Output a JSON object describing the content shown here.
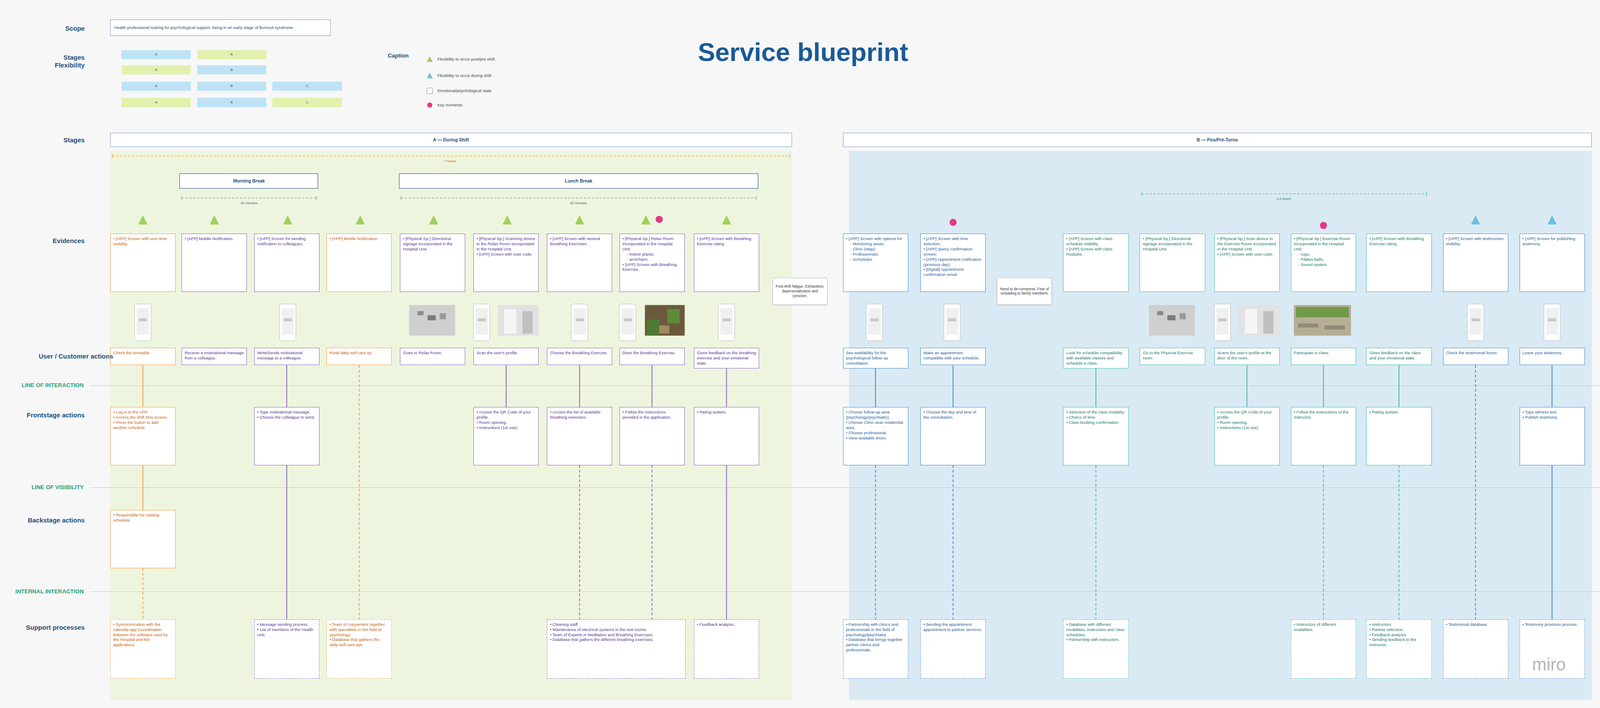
{
  "diagram": {
    "title": "Service blueprint",
    "nodes": [
      {
        "text": [
          "Health professional looking for psychological support, being in an early stage of Burnout syndrome."
        ]
      },
      {
        "text": [
          "A"
        ]
      },
      {
        "text": [
          "B"
        ]
      },
      {
        "text": [
          "A"
        ]
      },
      {
        "text": [
          "B"
        ]
      },
      {
        "text": [
          "A"
        ]
      },
      {
        "text": [
          "B"
        ]
      },
      {
        "text": [
          "C"
        ]
      },
      {
        "text": [
          "A"
        ]
      },
      {
        "text": [
          "B"
        ]
      },
      {
        "text": [
          "C"
        ]
      },
      {
        "text": [
          "A — During Shift"
        ]
      },
      {
        "text": [
          "B — Pós/Pré-Turno"
        ]
      },
      {
        "text": [
          "Morning Break"
        ]
      },
      {
        "text": [
          "Lunch Break"
        ]
      },
      {
        "text": [
          "• [APP] Screen with user time visibility."
        ]
      },
      {
        "text": [
          "Check the timetable."
        ]
      },
      {
        "text": [
          "• Log in to the APP.",
          "• Access the shift time screen.",
          "• Press the button to add another schedule."
        ]
      },
      {
        "text": [
          "• Responsible for rotating schedule."
        ]
      },
      {
        "text": [
          "• Synchronization with the calendar app (coordination between the software used by the Hospital and the application)."
        ]
      },
      {
        "text": [
          "• [APP] Mobile Notification."
        ]
      },
      {
        "text": [
          "Receive a motivational message from a colleague."
        ]
      },
      {
        "text": [
          "• [APP] Screen for sending notification to colleagues."
        ]
      },
      {
        "text": [
          "Write/Sends motivational message to a colleague."
        ]
      },
      {
        "text": [
          "• Type motivational message.",
          "• Choose the colleague to send."
        ]
      },
      {
        "text": [
          "• Message sending process.",
          "• List of members of the Health Unit."
        ]
      },
      {
        "text": [
          "• [APP] Mobile Notification."
        ]
      },
      {
        "text": [
          "Read daily self-care tip."
        ]
      },
      {
        "text": [
          "• Team of copywriters together with specialists in the field of psychology.",
          "• Database that gathers the daily self-care tips."
        ]
      },
      {
        "text": [
          "• [Physical Sp.] Directional signage incorporated in the Hospital Unit."
        ]
      },
      {
        "text": [
          "Goes to Relax Room."
        ]
      },
      {
        "text": [
          "• [Physical Sp.] Scanning device in the Relax Room incorporated in the Hospital Unit.",
          "• [APP] Screen with user code."
        ]
      },
      {
        "text": [
          "Scan the user's profile."
        ]
      },
      {
        "text": [
          "• Access the QR Code of your profile.",
          "• Room opening.",
          "• Instructions (1st use)."
        ]
      },
      {
        "text": [
          "• [APP] Screen with several Breathing Exercises."
        ]
      },
      {
        "text": [
          "Choose the Breathing Exercise."
        ]
      },
      {
        "text": [
          "• Access the list of available breathing exercises."
        ]
      },
      {
        "text": [
          "• Cleaning staff.",
          "• Maintenance of electrical systems in the rest rooms.",
          "• Team of Experts in Meditation and Breathing Exercises.",
          "• Database that gathers the different breathing exercises."
        ]
      },
      {
        "text": [
          "• [Physical Sp.] Relax Room incorporated in the Hospital Unit:",
          "◦ Indoor plants;",
          "◦ armchairs.",
          "• [APP] Screen with Breathing Exercise."
        ]
      },
      {
        "text": [
          "Does the Breathing Exercise."
        ]
      },
      {
        "text": [
          "• Follow the instructions provided in the application."
        ]
      },
      {
        "text": [
          "• [APP] Screen with Breathing Exercise rating."
        ]
      },
      {
        "text": [
          "Gives feedback on the breathing exercise and your emotional state."
        ]
      },
      {
        "text": [
          "• Rating system."
        ]
      },
      {
        "text": [
          "• Feedback analysis."
        ]
      },
      {
        "text": [
          "Post-shift fatigue. Exhaustion, depersonalization and cynicism."
        ]
      },
      {
        "text": [
          "Need to de-compress. Fear of unloading to family members."
        ]
      },
      {
        "text": [
          "• [APP] Screen with options for:",
          "◦ Monitoring areas;",
          "◦ Clinic (Map);",
          "◦ Professionals;",
          "◦ Schedules."
        ]
      },
      {
        "text": [
          "See availability for the psychological follow up consultation."
        ]
      },
      {
        "text": [
          "• Choose follow-up area (psychology/psychiatry).",
          "• Choose Clinic near residential area.",
          "• Choose professional.",
          "• View available times."
        ]
      },
      {
        "text": [
          "• Partnership with clinics and professionals in the field of psychology/psychiatry.",
          "• Database that brings together partner clinics and professionals."
        ]
      },
      {
        "text": [
          "• [APP] Screen with time selection;",
          "• [APP] Query confirmation screen;",
          "• [APP] Appointment notification (previous day);",
          "• [Digital] Appointment confirmation email."
        ]
      },
      {
        "text": [
          "Make an appointment compatible with your schedule."
        ]
      },
      {
        "text": [
          "• Choose the day and time of the consultation."
        ]
      },
      {
        "text": [
          "• Sending the appointment appointment to partner services."
        ]
      },
      {
        "text": [
          "• [APP] Screen with class schedule visibility.",
          "• [APP] Screen with class modules."
        ]
      },
      {
        "text": [
          "Look for schedule compatibility with available classes and schedule a class."
        ]
      },
      {
        "text": [
          "• Selection of the class modality.",
          "• Choice of time.",
          "• Class booking confirmation."
        ]
      },
      {
        "text": [
          "• Database with different modalities, instructors and class schedules.",
          "• Partnership with instructors."
        ]
      },
      {
        "text": [
          "• [Physical Sp.] Directional signage incorporated in the Hospital Unit."
        ]
      },
      {
        "text": [
          "Go to the Physical Exercise room."
        ]
      },
      {
        "text": [
          "• [Physical Sp.] Scan device in the Exercise Room incorporated in the Hospital Unit.",
          "• [APP] Screen with user code."
        ]
      },
      {
        "text": [
          "Scans the user's profile at the door of the room."
        ]
      },
      {
        "text": [
          "• Access the QR Code of your profile.",
          "• Room opening.",
          "• Instructions (1st use)."
        ]
      },
      {
        "text": [
          "• [Physical Sp.] Exercise Room incorporated in the Hospital Unit:",
          "◦ rugs;",
          "◦ Pilates balls;",
          "◦ Sound system."
        ]
      },
      {
        "text": [
          "Participate in class."
        ]
      },
      {
        "text": [
          "• Follow the instructions of the instructor."
        ]
      },
      {
        "text": [
          "• Instructors of different modalities."
        ]
      },
      {
        "text": [
          "• [APP] Screen with Breathing Exercise rating."
        ]
      },
      {
        "text": [
          "Gives feedback on the class and your emotional state."
        ]
      },
      {
        "text": [
          "• Rating system."
        ]
      },
      {
        "text": [
          "• Instructors.",
          "• Partner selection.",
          "• Feedback analysis.",
          "• Sending feedback to the instructor."
        ]
      },
      {
        "text": [
          "• [APP] Screen with testimonies visibility."
        ]
      },
      {
        "text": [
          "Check the testimonial forum."
        ]
      },
      {
        "text": [
          "• Testimonial database."
        ]
      },
      {
        "text": [
          "• [APP] Screen for publishing testimony."
        ]
      },
      {
        "text": [
          "Leave your testimony."
        ]
      },
      {
        "text": [
          "• Type witness text.",
          "• Publish testimony."
        ]
      },
      {
        "text": [
          "• Testimony provision process."
        ]
      }
    ],
    "edges": [
      {
        "from": 16,
        "to": 17,
        "arrow": "none"
      },
      {
        "from": 17,
        "to": 18,
        "arrow": "none"
      },
      {
        "from": 18,
        "to": 19,
        "arrow": "none"
      },
      {
        "from": 23,
        "to": 24,
        "arrow": "none"
      },
      {
        "from": 24,
        "to": 25,
        "arrow": "none"
      },
      {
        "from": 27,
        "to": 28,
        "arrow": "none"
      },
      {
        "from": 32,
        "to": 33,
        "arrow": "none"
      },
      {
        "from": 35,
        "to": 36,
        "arrow": "none"
      },
      {
        "from": 36,
        "to": 37,
        "arrow": "none"
      },
      {
        "from": 39,
        "to": 40,
        "arrow": "none"
      },
      {
        "from": 40,
        "to": 37,
        "arrow": "none"
      },
      {
        "from": 42,
        "to": 43,
        "arrow": "none"
      },
      {
        "from": 43,
        "to": 44,
        "arrow": "none"
      },
      {
        "from": 48,
        "to": 49,
        "arrow": "none"
      },
      {
        "from": 49,
        "to": 50,
        "arrow": "none"
      },
      {
        "from": 52,
        "to": 53,
        "arrow": "none"
      },
      {
        "from": 53,
        "to": 54,
        "arrow": "none"
      },
      {
        "from": 56,
        "to": 57,
        "arrow": "none"
      },
      {
        "from": 57,
        "to": 58,
        "arrow": "none"
      },
      {
        "from": 62,
        "to": 63,
        "arrow": "none"
      },
      {
        "from": 65,
        "to": 66,
        "arrow": "none"
      },
      {
        "from": 66,
        "to": 67,
        "arrow": "none"
      },
      {
        "from": 69,
        "to": 70,
        "arrow": "none"
      },
      {
        "from": 70,
        "to": 71,
        "arrow": "none"
      },
      {
        "from": 73,
        "to": 74,
        "arrow": "none"
      },
      {
        "from": 76,
        "to": 77,
        "arrow": "none"
      },
      {
        "from": 77,
        "to": 78,
        "arrow": "none"
      }
    ],
    "labels": [
      "Scope",
      "Stages Flexibility",
      "Caption",
      "Stages",
      "Evidences",
      "User / Customer actions",
      "LINE OF INTERACTION",
      "Frontstage actions",
      "LINE OF VISIBILITY",
      "Backstage actions",
      "INTERNAL INTERACTION",
      "Support processes",
      "7 hours",
      "30 minutes",
      "60 minutes",
      "1-2 hours",
      "miro"
    ],
    "legend": [
      {
        "text": "Flexibility to occur post/pre shift.",
        "color": "#9fd15b"
      },
      {
        "text": "Flexibility to occur during shift",
        "color": "#6fbfdc"
      },
      {
        "text": "Emotional/psychological state",
        "color": "#ffffff"
      },
      {
        "text": "Key moments",
        "color": "#e23a86"
      }
    ]
  }
}
